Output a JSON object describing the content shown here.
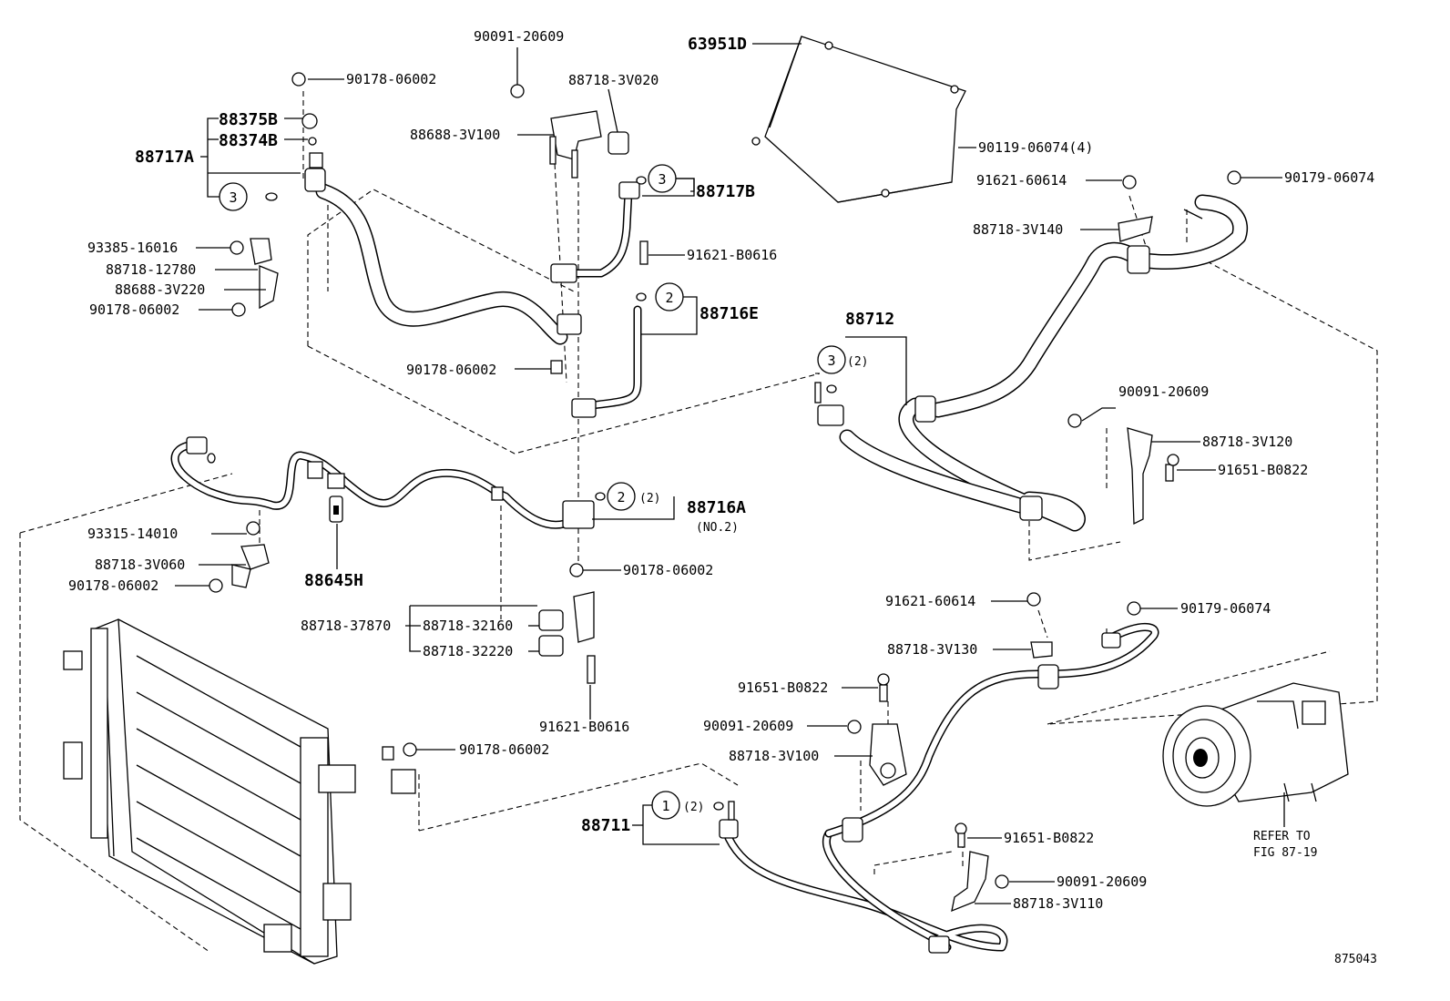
{
  "diagram": {
    "figure_number": "875043",
    "refer_note_line1": "REFER TO",
    "refer_note_line2": "FIG 87-19",
    "labels": {
      "p90091_20609_top": "90091-20609",
      "p63951D": "63951D",
      "p90178_06002_a": "90178-06002",
      "p88718_3V020": "88718-3V020",
      "p88375B": "88375B",
      "p88374B": "88374B",
      "p88717A": "88717A",
      "p88688_3V100": "88688-3V100",
      "p90119_06074": "90119-06074(4)",
      "p91621_60614_a": "91621-60614",
      "p90179_06074_a": "90179-06074",
      "p88717B": "88717B",
      "p88718_3V140": "88718-3V140",
      "p93385_16016": "93385-16016",
      "p91621_B0616_a": "91621-B0616",
      "p88718_12780": "88718-12780",
      "p88688_3V220": "88688-3V220",
      "p90178_06002_b": "90178-06002",
      "p88716E": "88716E",
      "p88712": "88712",
      "p90178_06002_c": "90178-06002",
      "p90091_20609_b": "90091-20609",
      "p88718_3V120": "88718-3V120",
      "p91651_B0822_a": "91651-B0822",
      "p88716A": "88716A",
      "p88716A_sub": "(NO.2)",
      "p93315_14010": "93315-14010",
      "p88718_3V060": "88718-3V060",
      "p90178_06002_d": "90178-06002",
      "p90178_06002_e": "90178-06002",
      "p88645H": "88645H",
      "p91621_60614_b": "91621-60614",
      "p90179_06074_b": "90179-06074",
      "p88718_37870": "88718-37870",
      "p88718_32160": "88718-32160",
      "p88718_32220": "88718-32220",
      "p88718_3V130": "88718-3V130",
      "p91651_B0822_b": "91651-B0822",
      "p90091_20609_c": "90091-20609",
      "p91621_B0616_b": "91621-B0616",
      "p90178_06002_f": "90178-06002",
      "p88718_3V100": "88718-3V100",
      "p88711": "88711",
      "p91651_B0822_c": "91651-B0822",
      "p90091_20609_d": "90091-20609",
      "p88718_3V110": "88718-3V110"
    },
    "callouts": {
      "c1": "1",
      "c2": "2",
      "c3": "3",
      "qty2": "(2)"
    }
  }
}
